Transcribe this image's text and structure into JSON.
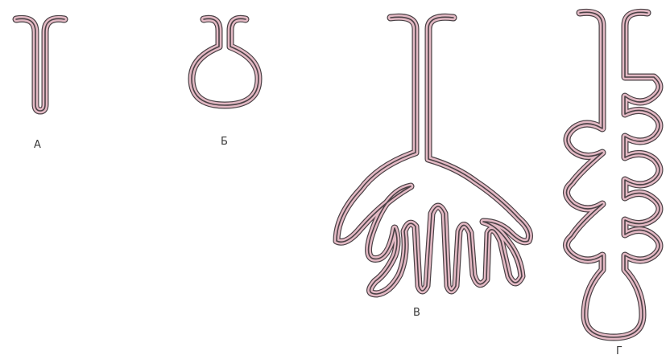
{
  "panels": [
    {
      "id": "a",
      "label": "А",
      "shape": "simple-tubular-gland"
    },
    {
      "id": "b",
      "label": "Б",
      "shape": "simple-alveolar-gland"
    },
    {
      "id": "v",
      "label": "В",
      "shape": "branched-tubular-gland"
    },
    {
      "id": "g",
      "label": "Г",
      "shape": "branched-alveolar-gland"
    }
  ],
  "colors": {
    "wall": "#e3b9c4",
    "outline": "#4a4145",
    "background": "#ffffff"
  }
}
